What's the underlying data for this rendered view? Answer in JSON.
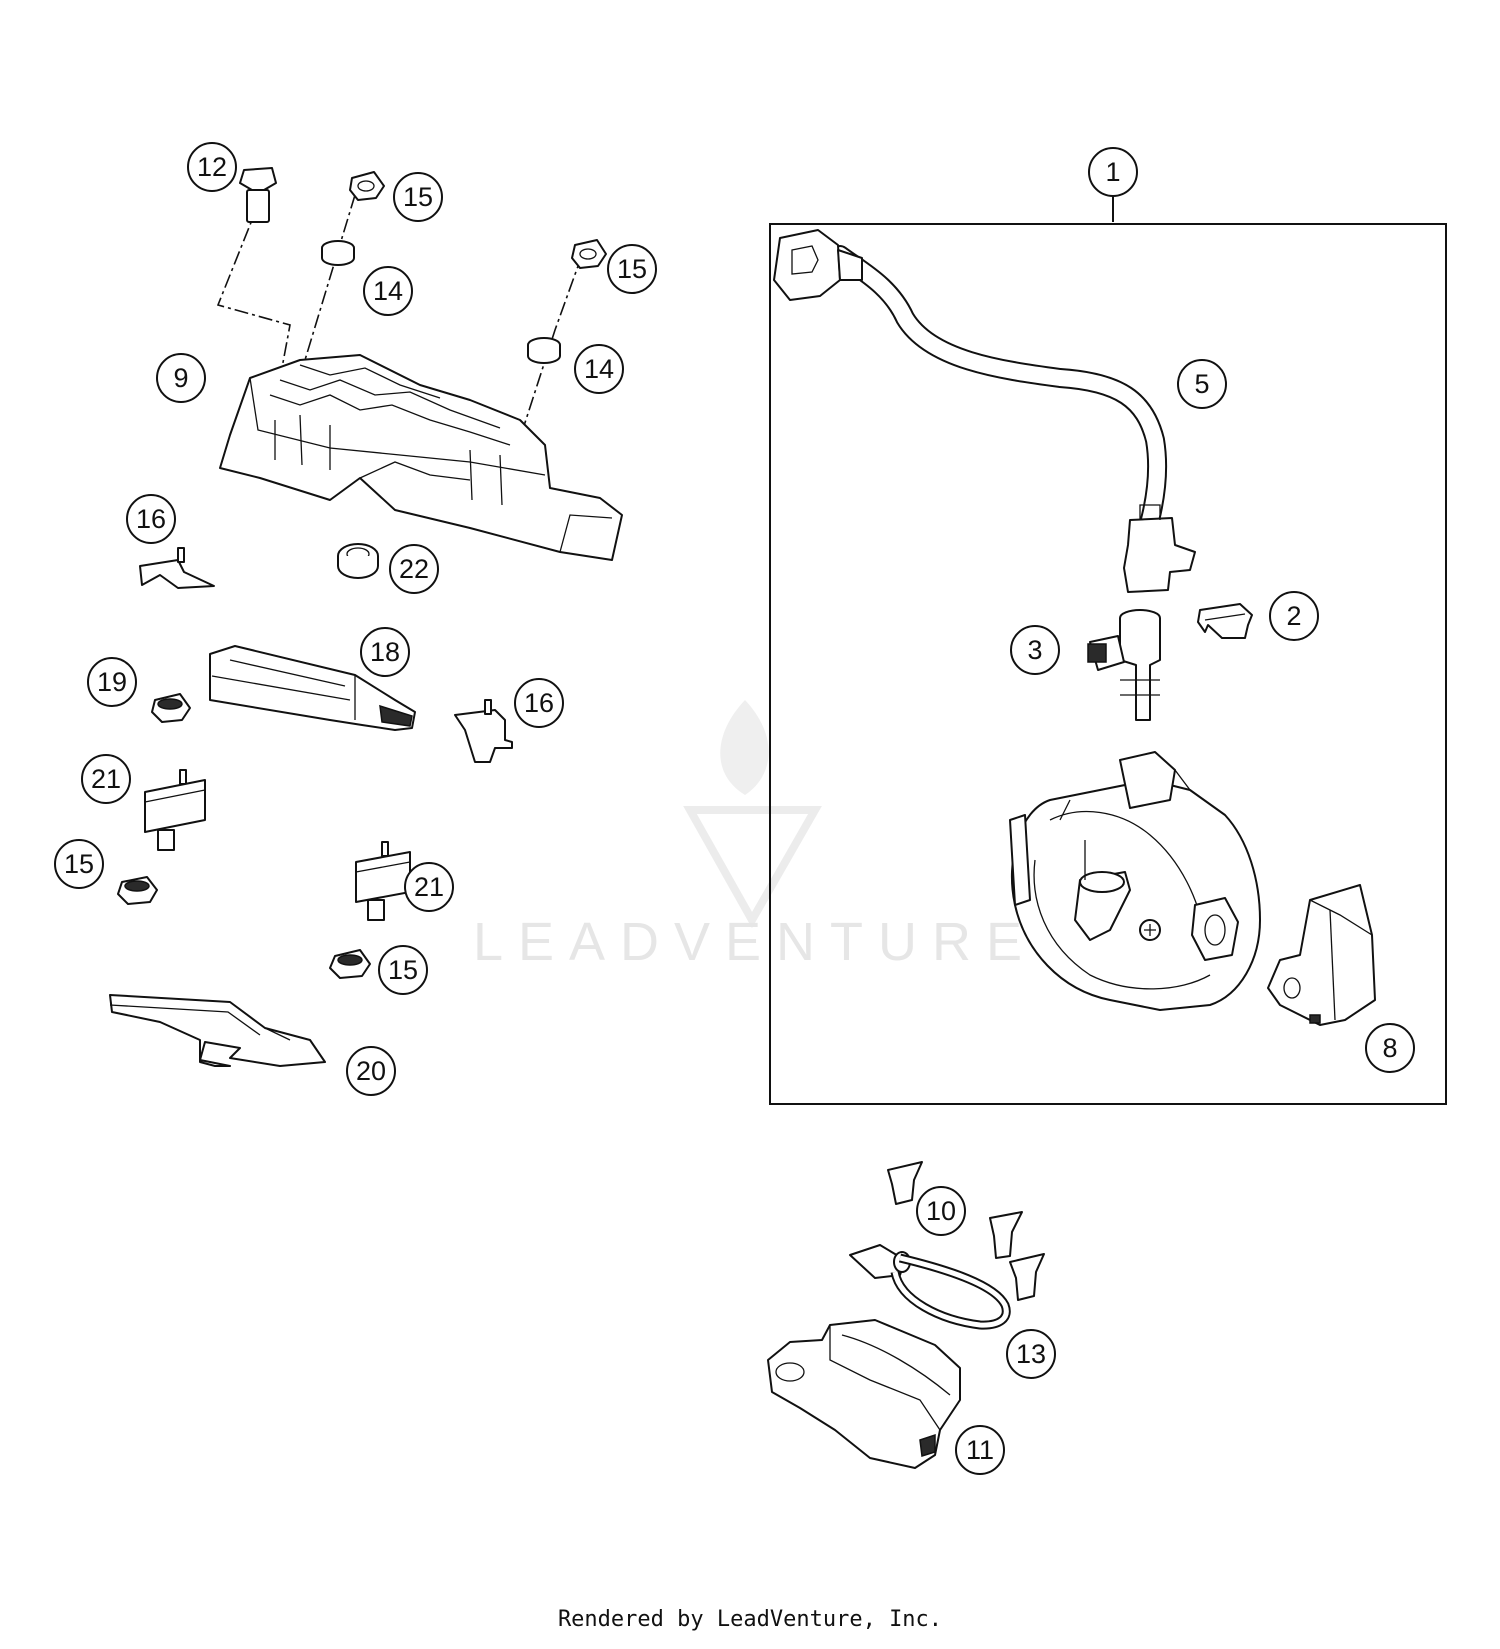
{
  "watermark": {
    "text": "LEADVENTURE"
  },
  "footer": {
    "text": "Rendered by LeadVenture, Inc."
  },
  "callouts": [
    "1",
    "2",
    "3",
    "5",
    "8",
    "9",
    "10",
    "11",
    "12",
    "13",
    "14",
    "14",
    "15",
    "15",
    "15",
    "15",
    "16",
    "16",
    "18",
    "19",
    "20",
    "21",
    "21",
    "22"
  ],
  "colors": {
    "line": "#111111",
    "watermark": "#e6e6e6",
    "background": "#ffffff"
  }
}
